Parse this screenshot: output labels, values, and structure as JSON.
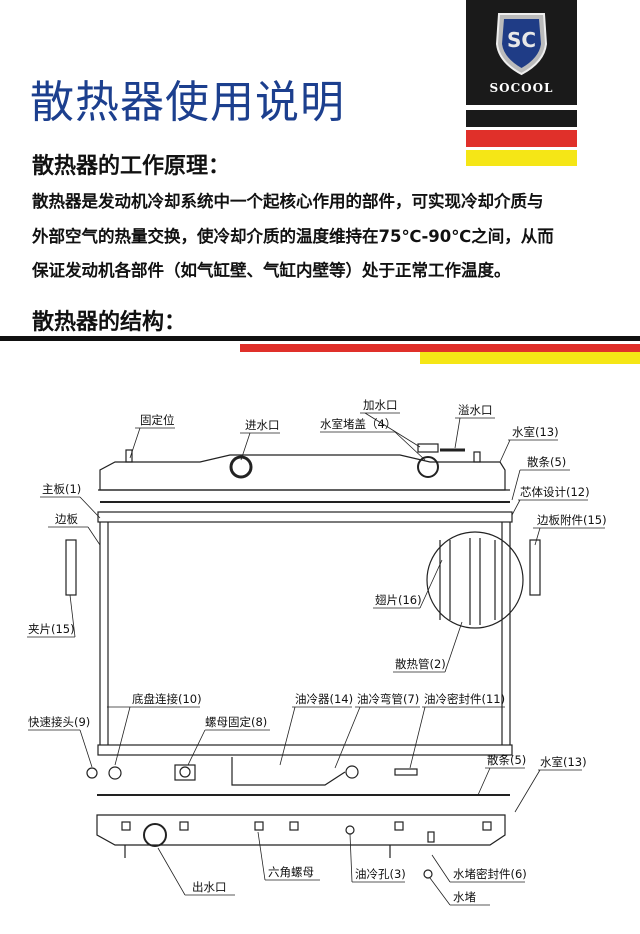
{
  "header": {
    "title": "散热器使用说明",
    "logo": {
      "brand": "SOCOOL",
      "mark": "SC"
    },
    "colors": {
      "title": "#1c3f8e",
      "black": "#1a1a1a",
      "red": "#e0302a",
      "yellow": "#f5e616"
    }
  },
  "principle": {
    "heading": "散热器的工作原理：",
    "lines": [
      "散热器是发动机冷却系统中一个起核心作用的部件，可实现冷却介质与",
      "外部空气的热量交换，使冷却介质的温度维持在75℃-90℃之间，从而",
      "保证发动机各部件（如气缸壁、气缸内壁等）处于正常工作温度。"
    ]
  },
  "structure": {
    "heading": "散热器的结构：",
    "labels": {
      "fixing_point": "固定位",
      "inlet": "进水口",
      "filler": "加水口",
      "tank_cap": "水室堵盖（4）",
      "overflow": "溢水口",
      "tank_top": "水室(13)",
      "gasket_top": "散条(5)",
      "main_plate": "主板(1)",
      "core": "芯体设计(12)",
      "side_plate": "边板",
      "side_attach": "边板附件(15)",
      "fin": "翅片(16)",
      "clip": "夹片(15)",
      "tube": "散热管(2)",
      "chassis": "底盘连接(10)",
      "oil_cooler": "油冷器(14)",
      "oil_pipe": "油冷弯管(7)",
      "oil_seal": "油冷密封件(11)",
      "quick_conn": "快速接头(9)",
      "nut_fix": "螺母固定(8)",
      "gasket_bottom": "散条(5)",
      "tank_bottom": "水室(13)",
      "outlet": "出水口",
      "hex_nut": "六角螺母",
      "oil_hole": "油冷孔(3)",
      "plug_seal": "水堵密封件(6)",
      "plug": "水堵"
    }
  }
}
